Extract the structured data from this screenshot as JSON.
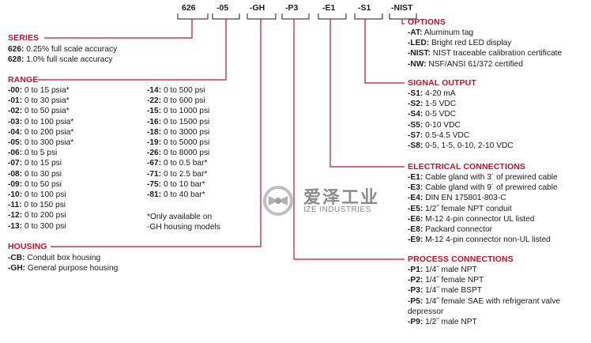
{
  "model_segments": [
    "626",
    "-05",
    "-GH",
    "-P3",
    "-E1",
    "-S1",
    "-NIST"
  ],
  "options": {
    "heading": "OPTIONS",
    "items": [
      {
        "code": "-AT:",
        "text": "Aluminum tag"
      },
      {
        "code": "-LED:",
        "text": "Bright red LED display"
      },
      {
        "code": "-NIST:",
        "text": "NIST traceable calibration certificate"
      },
      {
        "code": "-NW:",
        "text": "NSF/ANSI 61/372 certified"
      }
    ]
  },
  "series": {
    "heading": "SERIES",
    "items": [
      {
        "code": "626:",
        "text": "0.25% full scale accuracy"
      },
      {
        "code": "628:",
        "text": "1.0% full scale accuracy"
      }
    ]
  },
  "range": {
    "heading": "RANGE",
    "left": [
      {
        "code": "-00:",
        "text": "0 to 15 psia*"
      },
      {
        "code": "-01:",
        "text": "0 to 30 psia*"
      },
      {
        "code": "-02:",
        "text": "0 to 50 psia*"
      },
      {
        "code": "-03:",
        "text": "0 to 100 psia*"
      },
      {
        "code": "-04:",
        "text": "0 to 200 psia*"
      },
      {
        "code": "-05:",
        "text": "0 to 300 psia*"
      },
      {
        "code": "-06:",
        "text": "0 to 5 psi"
      },
      {
        "code": "-07:",
        "text": "0 to 15 psi"
      },
      {
        "code": "-08:",
        "text": "0 to 30 psi"
      },
      {
        "code": "-09:",
        "text": "0 to 50 psi"
      },
      {
        "code": "-10:",
        "text": "0 to 100 psi"
      },
      {
        "code": "-11:",
        "text": "0 to 150 psi"
      },
      {
        "code": "-12:",
        "text": "0 to 200 psi"
      },
      {
        "code": "-13:",
        "text": "0 to 300 psi"
      }
    ],
    "right": [
      {
        "code": "-14:",
        "text": "0 to 500 psi"
      },
      {
        "code": "-22:",
        "text": "0 to 600 psi"
      },
      {
        "code": "-15:",
        "text": "0 to 1000 psi"
      },
      {
        "code": "-16:",
        "text": "0 to 1500 psi"
      },
      {
        "code": "-18:",
        "text": "0 to 3000 psi"
      },
      {
        "code": "-19:",
        "text": "0 to 5000 psi"
      },
      {
        "code": "-26:",
        "text": "0 to 8000 psi"
      },
      {
        "code": "-67:",
        "text": "0 to 0.5 bar*"
      },
      {
        "code": "-71:",
        "text": "0 to 2.5 bar*"
      },
      {
        "code": "-75:",
        "text": "0 to 10 bar*"
      },
      {
        "code": "-81:",
        "text": "0 to 40 bar*"
      }
    ],
    "note_line1": "*Only available on",
    "note_line2": "-GH housing models"
  },
  "housing": {
    "heading": "HOUSING",
    "items": [
      {
        "code": "-CB:",
        "text": "Conduit box housing"
      },
      {
        "code": "-GH:",
        "text": "General purpose housing"
      }
    ]
  },
  "signal_output": {
    "heading": "SIGNAL OUTPUT",
    "items": [
      {
        "code": "-S1:",
        "text": "4-20 mA"
      },
      {
        "code": "-S2:",
        "text": "1-5 VDC"
      },
      {
        "code": "-S4:",
        "text": "0-5 VDC"
      },
      {
        "code": "-S5:",
        "text": "0-10 VDC"
      },
      {
        "code": "-S7:",
        "text": "0.5-4.5 VDC"
      },
      {
        "code": "-S8:",
        "text": "0-5, 1-5, 0-10, 2-10 VDC"
      }
    ]
  },
  "electrical": {
    "heading": "ELECTRICAL CONNECTIONS",
    "items": [
      {
        "code": "-E1:",
        "text": "Cable gland with 3´ of prewired cable"
      },
      {
        "code": "-E3:",
        "text": "Cable gland with 9´ of prewired cable"
      },
      {
        "code": "-E4:",
        "text": "DIN EN 175801-803-C"
      },
      {
        "code": "-E5:",
        "text": "1/2˝ female NPT conduit"
      },
      {
        "code": "-E6:",
        "text": "M-12 4-pin connector UL listed"
      },
      {
        "code": "-E8:",
        "text": "Packard connector"
      },
      {
        "code": "-E9:",
        "text": "M-12 4-pin connector non-UL listed"
      }
    ]
  },
  "process": {
    "heading": "PROCESS CONNECTIONS",
    "items": [
      {
        "code": "-P1:",
        "text": "1/4˝ male NPT"
      },
      {
        "code": "-P2:",
        "text": "1/4˝ female NPT"
      },
      {
        "code": "-P3:",
        "text": "1/4˝ male BSPT"
      },
      {
        "code": "-P5:",
        "text": "1/4˝ female SAE with refrigerant valve",
        "cont": "depressor"
      },
      {
        "code": "-P9:",
        "text": "1/2˝ male NPT"
      }
    ]
  },
  "watermark": {
    "cn": "爱泽工业",
    "en": "IZE INDUSTRIES"
  },
  "colors": {
    "heading": "#c8102e",
    "line": "#c8102e",
    "box": "#1a1a1a"
  }
}
